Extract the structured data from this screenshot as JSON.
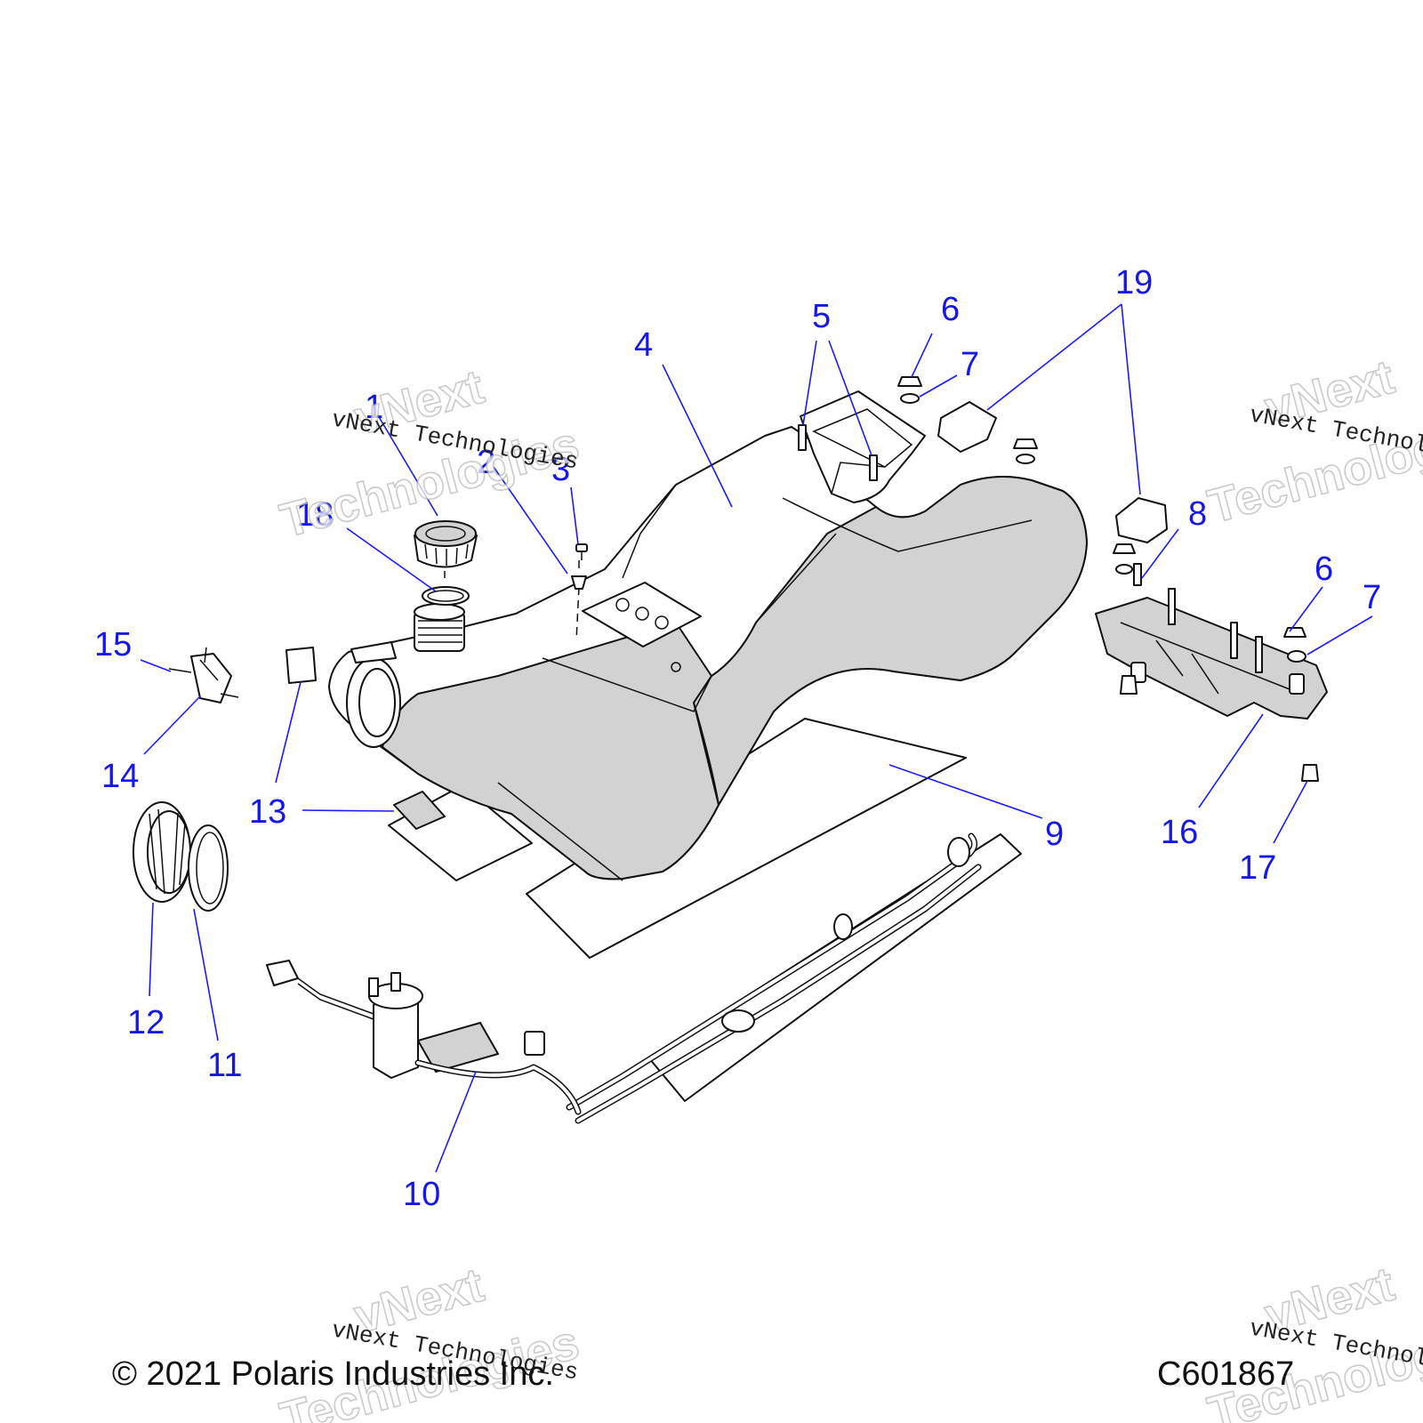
{
  "callouts": [
    "1",
    "2",
    "3",
    "4",
    "5",
    "6",
    "7",
    "8",
    "9",
    "10",
    "11",
    "12",
    "13",
    "14",
    "15",
    "16",
    "17",
    "18",
    "19"
  ],
  "watermark": {
    "small_text": "vNext Technologies",
    "big_line1": "vNext",
    "big_line2": "Technologies"
  },
  "footer": {
    "copyright": "© 2021 Polaris Industries Inc.",
    "drawing_number": "C601867"
  },
  "colors": {
    "callout_blue": "#1616e8",
    "part_shading": "#d2d2d2",
    "line_art": "#111111"
  }
}
